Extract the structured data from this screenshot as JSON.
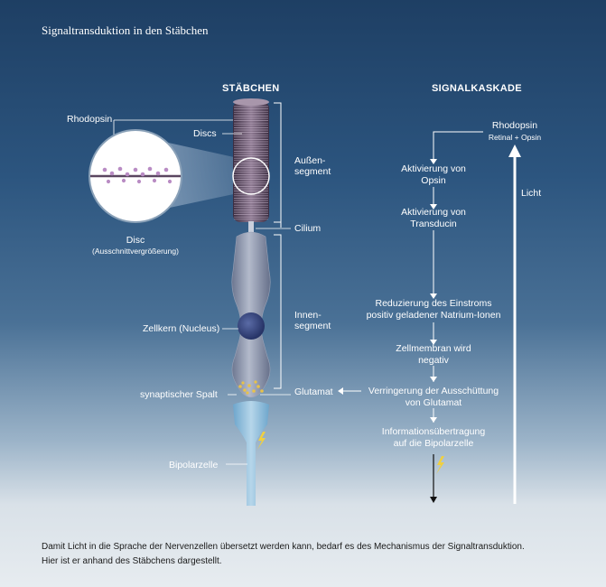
{
  "title": "Signaltransduktion in den Stäbchen",
  "headers": {
    "rod": "STÄBCHEN",
    "cascade": "SIGNALKASKADE"
  },
  "rod_labels": {
    "rhodopsin": "Rhodopsin",
    "discs": "Discs",
    "outer_segment_1": "Außen-",
    "outer_segment_2": "segment",
    "cilium": "Cilium",
    "disc": "Disc",
    "disc_note": "(Ausschnittvergrößerung)",
    "inner_segment_1": "Innen-",
    "inner_segment_2": "segment",
    "nucleus": "Zellkern (Nucleus)",
    "synaptic_cleft": "synaptischer Spalt",
    "glutamate": "Glutamat",
    "bipolar_cell": "Bipolarzelle"
  },
  "cascade": {
    "rhodopsin": "Rhodopsin",
    "rhodopsin_sub": "Retinal + Opsin",
    "light": "Licht",
    "steps": [
      {
        "line1": "Aktivierung von",
        "line2": "Opsin"
      },
      {
        "line1": "Aktivierung von",
        "line2": "Transducin"
      },
      {
        "line1": "Reduzierung des Einstroms",
        "line2": "positiv geladener Natrium-Ionen"
      },
      {
        "line1": "Zellmembran wird",
        "line2": "negativ"
      },
      {
        "line1": "Verringerung der Ausschüttung",
        "line2": "von Glutamat"
      },
      {
        "line1": "Informationsübertragung",
        "line2": "auf die Bipolarzelle"
      }
    ]
  },
  "footer": {
    "line1": "Damit Licht in die Sprache der Nervenzellen übersetzt werden kann, bedarf es des Mechanismus der Signaltransduktion.",
    "line2": "Hier ist er anhand des Stäbchens dargestellt."
  },
  "colors": {
    "background_top": "#1e3f64",
    "background_bottom": "#e7ecf0",
    "disc_stack": "#5a4660",
    "cell_body": "#8d96ab",
    "nucleus": "#2f3f78",
    "glutamate_dots": "#e8c24a",
    "bipolar": "#7fb4d6",
    "lightning": "#f0d040"
  }
}
